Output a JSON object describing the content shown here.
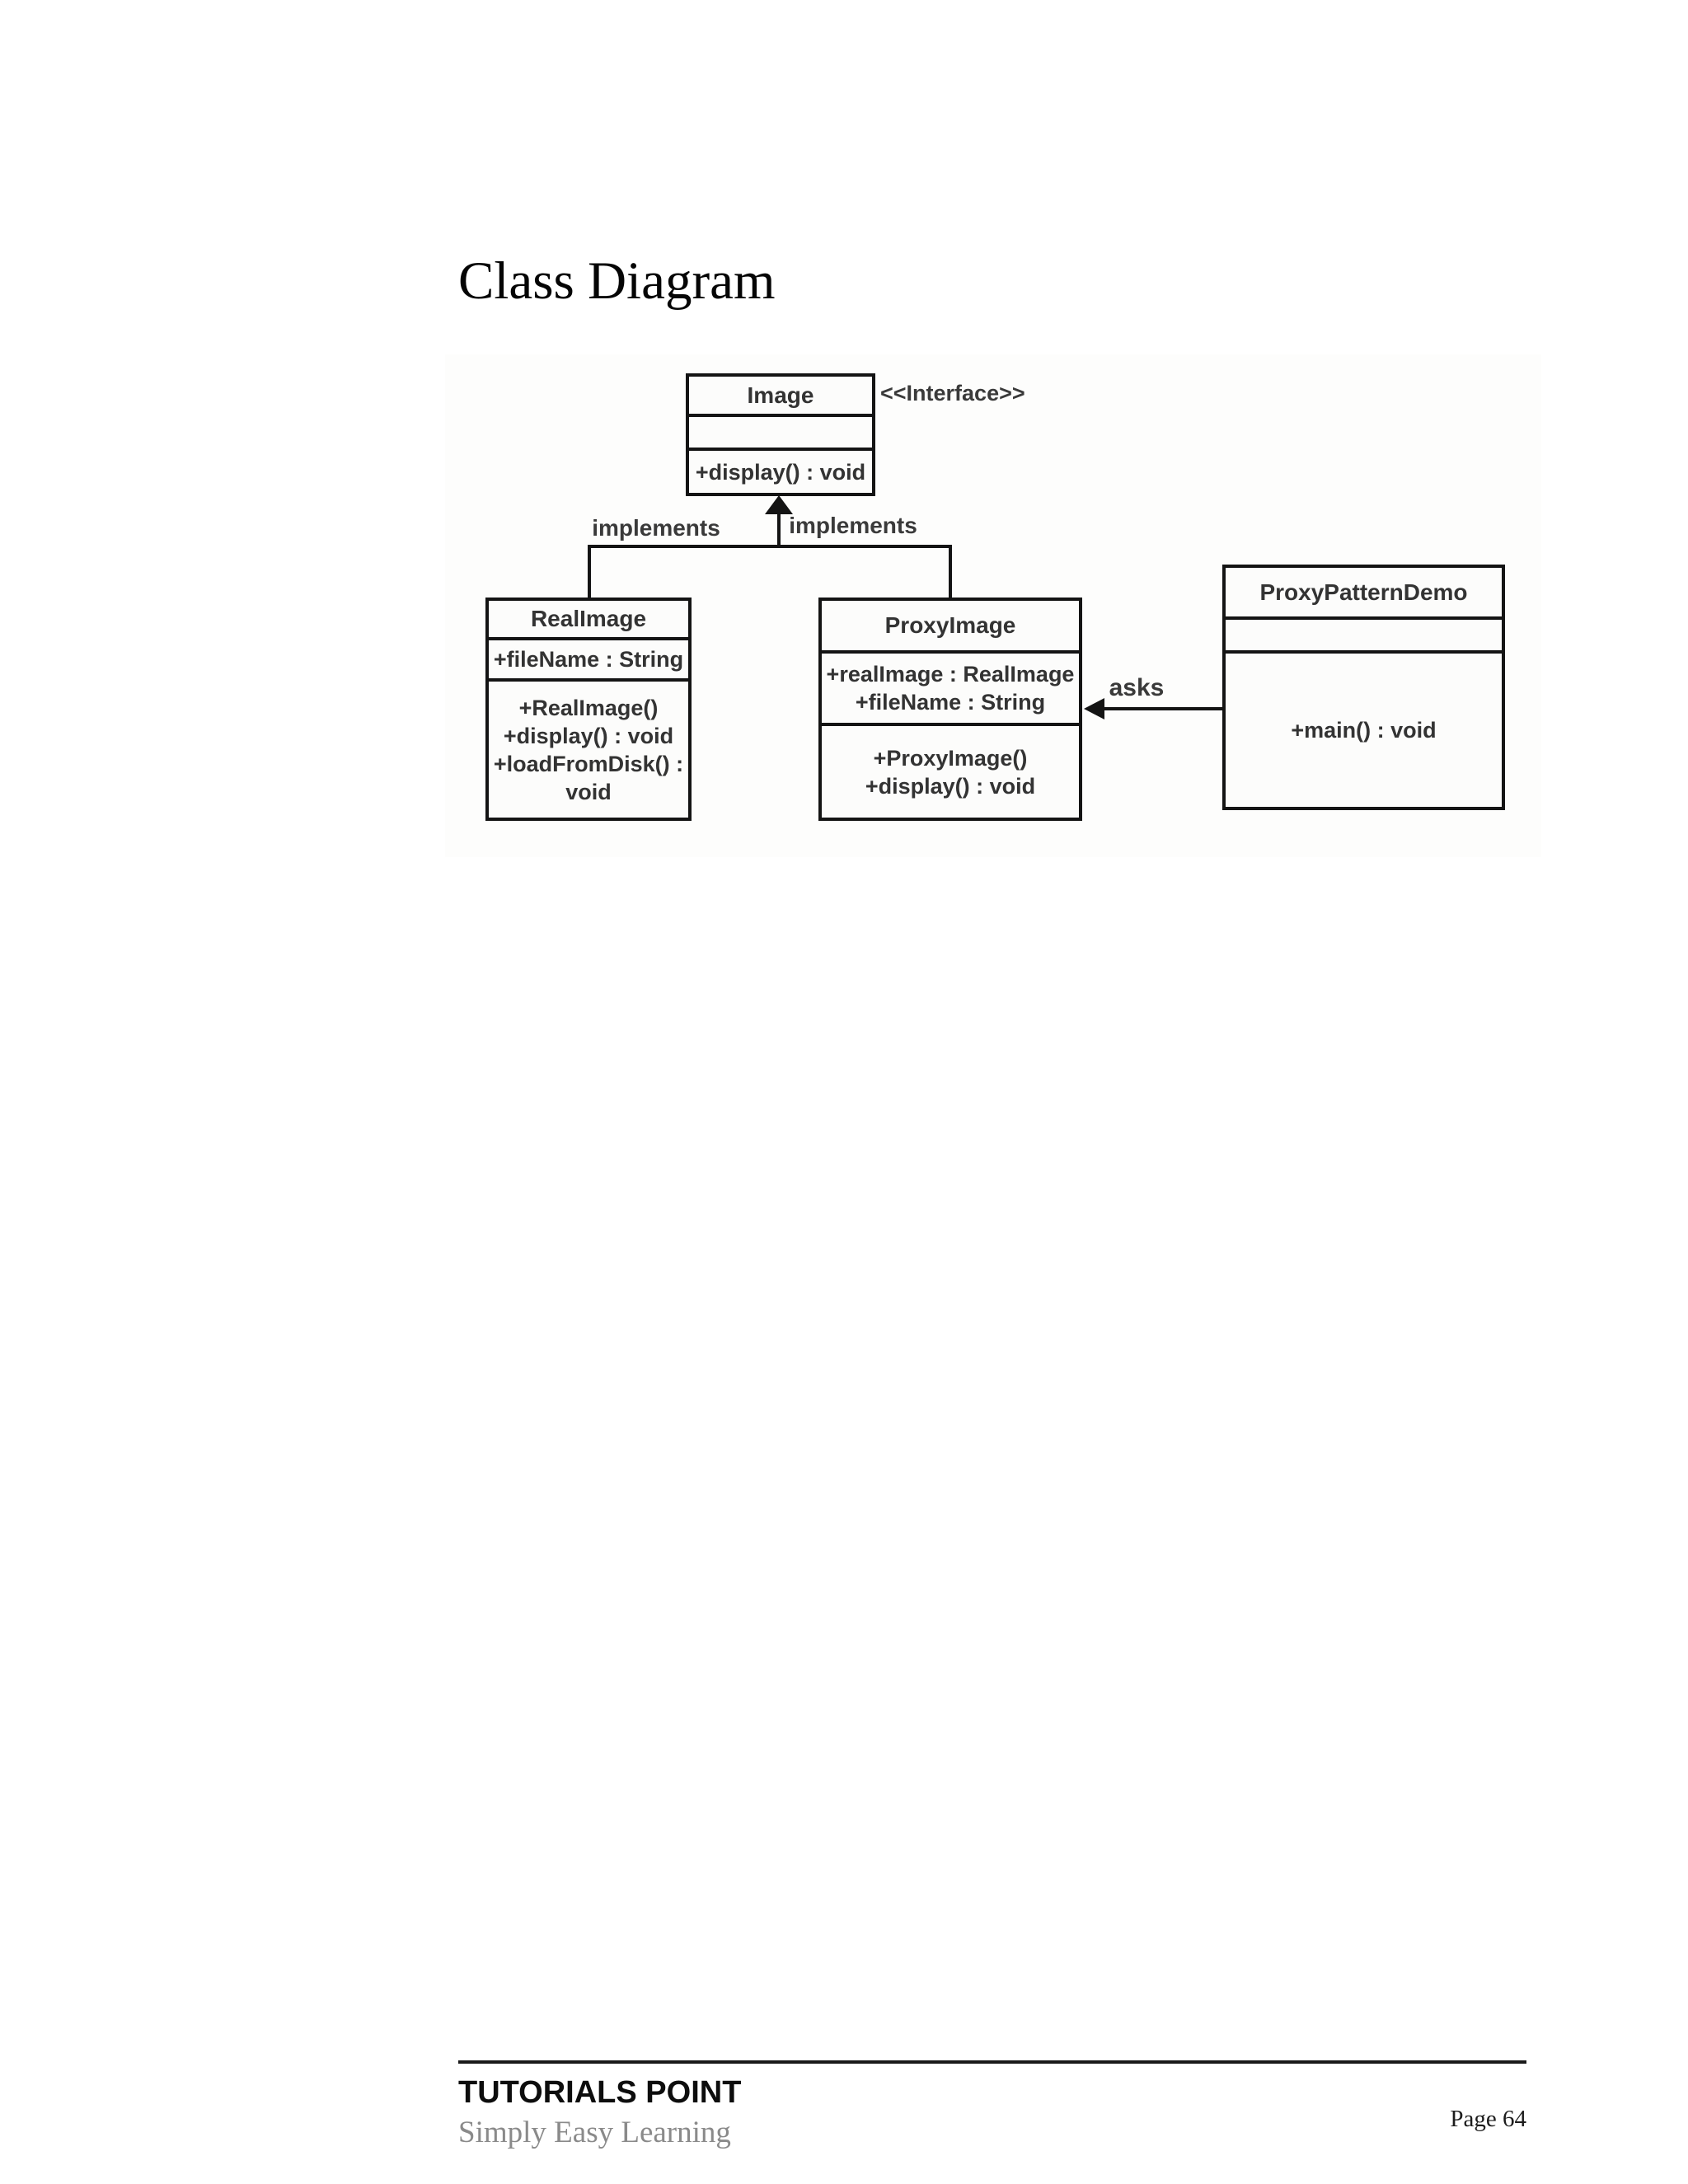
{
  "page": {
    "title": "Class Diagram",
    "footer": {
      "brand": "TUTORIALS POINT",
      "tagline": "Simply Easy Learning",
      "page_number": "Page 64"
    }
  },
  "diagram": {
    "stereotype_label": "<<Interface>>",
    "relation_labels": {
      "implements_left": "implements",
      "implements_right": "implements",
      "asks": "asks"
    },
    "classes": [
      {
        "name": "Image",
        "attributes": [],
        "methods": [
          "+display() : void"
        ]
      },
      {
        "name": "RealImage",
        "attributes": [
          "+fileName : String"
        ],
        "methods": [
          "+RealImage()",
          "+display() : void",
          "+loadFromDisk() :",
          "void"
        ]
      },
      {
        "name": "ProxyImage",
        "attributes": [
          "+realImage : RealImage",
          "+fileName : String"
        ],
        "methods": [
          "+ProxyImage()",
          "+display() : void"
        ]
      },
      {
        "name": "ProxyPatternDemo",
        "attributes": [],
        "methods": [
          "+main() : void"
        ]
      }
    ],
    "colors": {
      "box_border": "#141414",
      "diagram_text": "#333333",
      "footer_tagline": "#8a8a8a",
      "page_background": "#ffffff"
    }
  }
}
